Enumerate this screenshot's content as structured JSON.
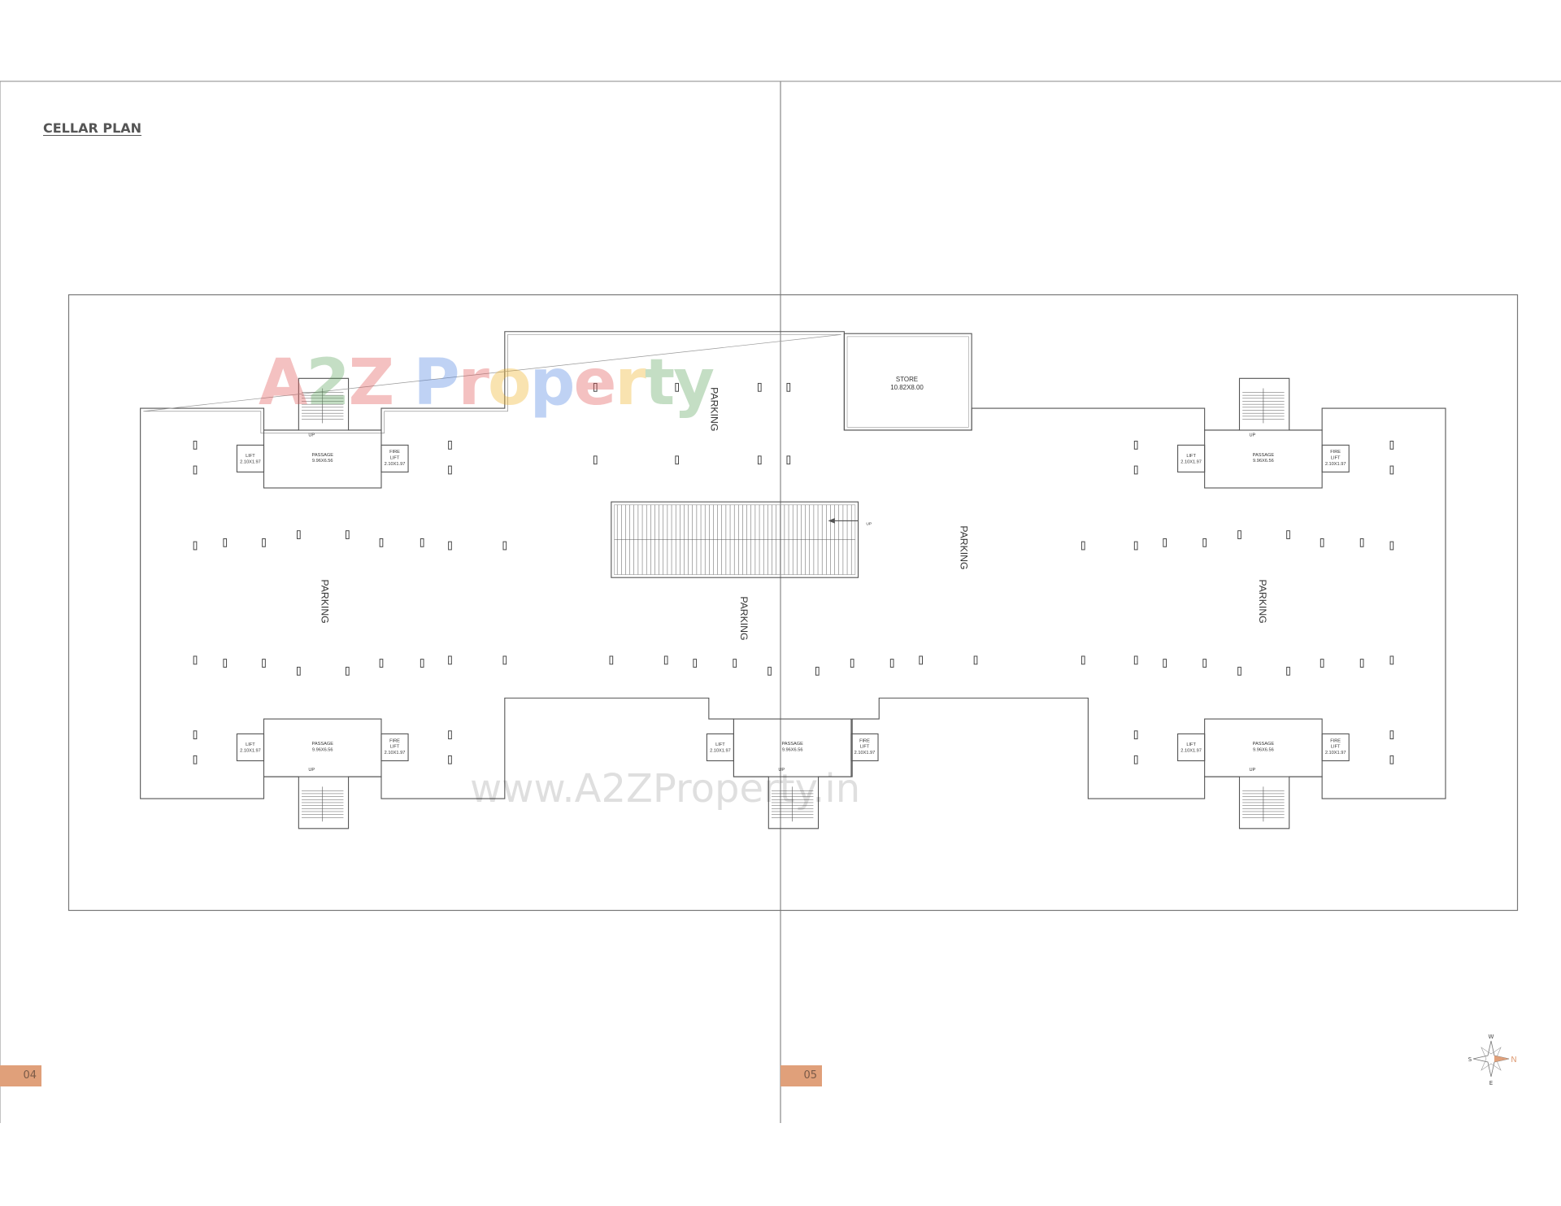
{
  "title": "CELLAR PLAN",
  "pages": {
    "left": "04",
    "right": "05"
  },
  "plan": {
    "parking_label": "PARKING",
    "store": {
      "name": "STORE",
      "size": "10.82X8.00"
    },
    "passage": {
      "name": "PASSAGE",
      "size": "9.96X6.56"
    },
    "lift": {
      "name": "LIFT",
      "size": "2.10X1.97"
    },
    "fire_lift": {
      "line1": "FIRE",
      "line2": "LIFT",
      "size": "2.10X1.97"
    },
    "up_label": "UP"
  },
  "compass": {
    "north": "N",
    "south": "S",
    "east": "E",
    "west": "W",
    "accent": "#e0a07a"
  },
  "watermark": {
    "logo": "A2Z Property",
    "url": "www.A2ZProperty.in"
  },
  "colors": {
    "tab": "#e0a07a",
    "line": "#555555"
  }
}
